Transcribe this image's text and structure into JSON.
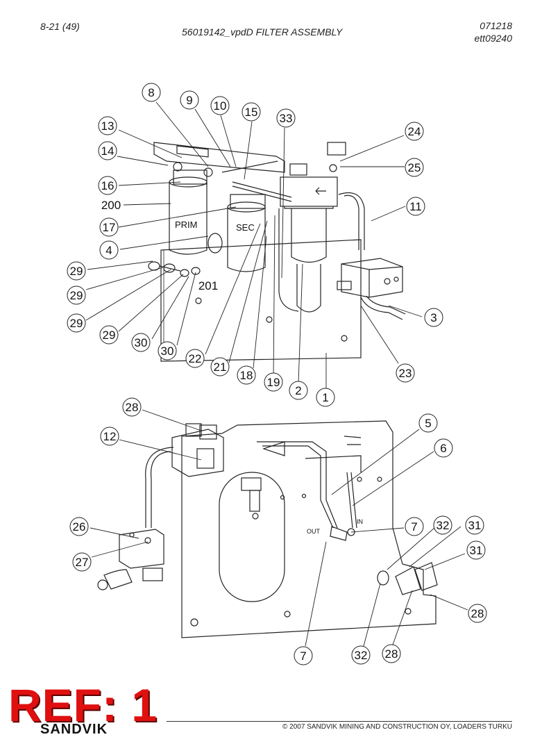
{
  "header": {
    "page": "8-21 (49)",
    "title": "56019142_vpdD FILTER ASSEMBLY",
    "date": "071218",
    "code": "ett09240"
  },
  "diagram": {
    "upper": {
      "labels": {
        "prim": "PRIM",
        "sec": "SEC"
      },
      "callouts": [
        "8",
        "9",
        "10",
        "15",
        "33",
        "13",
        "14",
        "16",
        "200",
        "17",
        "4",
        "29",
        "29",
        "29",
        "29",
        "30",
        "30",
        "201",
        "22",
        "21",
        "18",
        "19",
        "2",
        "1",
        "24",
        "25",
        "11",
        "3",
        "23"
      ]
    },
    "lower": {
      "labels": {
        "out": "OUT",
        "in": "IN"
      },
      "callouts": [
        "28",
        "12",
        "5",
        "6",
        "26",
        "27",
        "7",
        "32",
        "31",
        "31",
        "28",
        "7",
        "32",
        "28"
      ]
    }
  },
  "footer": {
    "ref": "REF: 1",
    "logo": "SANDVIK",
    "copyright": "© 2007 SANDVIK MINING AND CONSTRUCTION OY, LOADERS TURKU"
  },
  "colors": {
    "line": "#222222",
    "ref_stamp": "#e01010"
  }
}
